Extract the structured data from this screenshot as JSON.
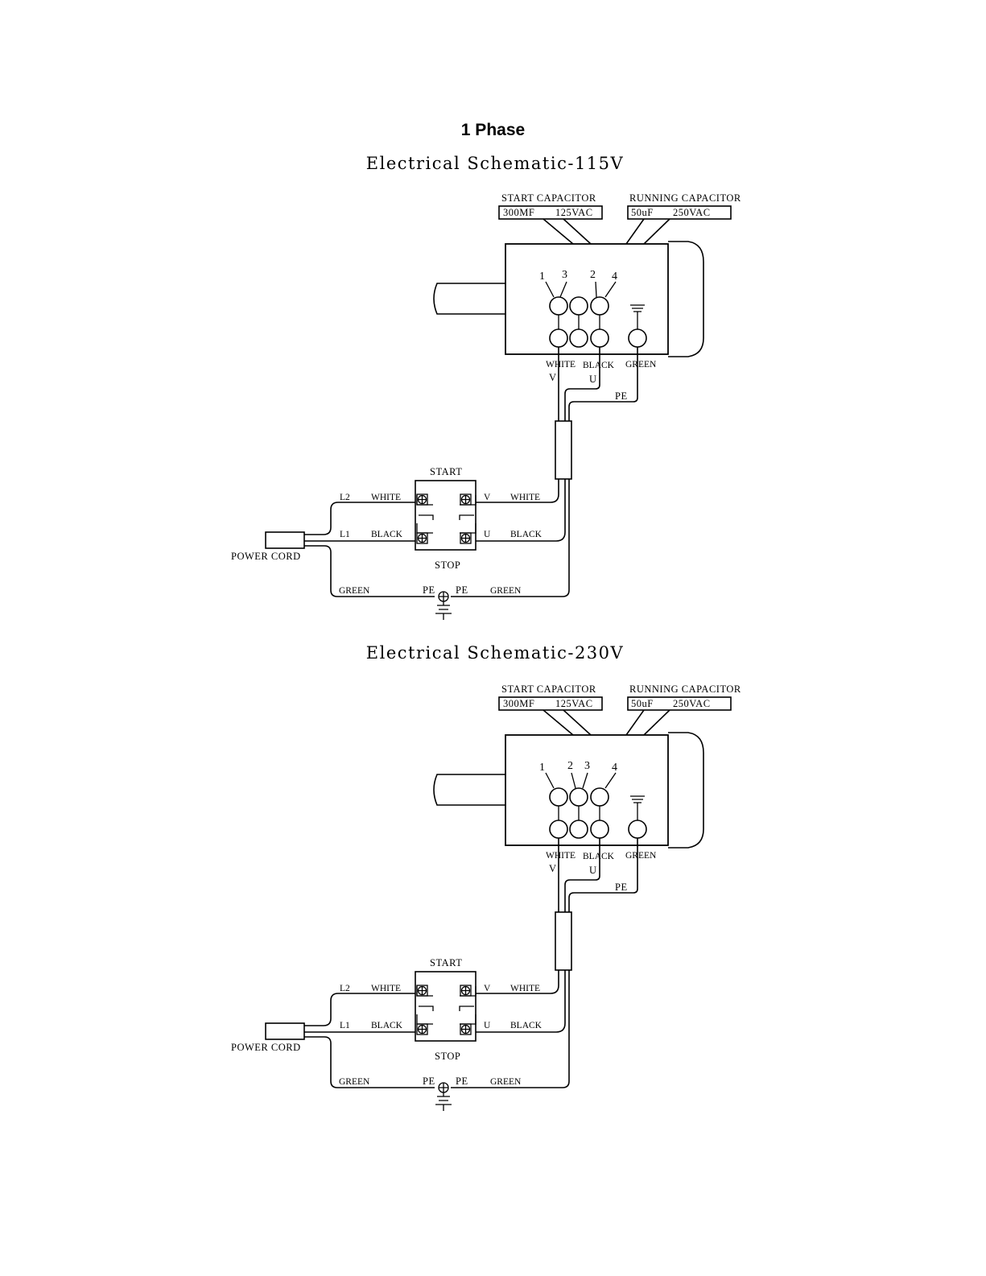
{
  "page_title": "1 Phase",
  "schematics": [
    {
      "title": "Electrical Schematic-115V",
      "start_capacitor": {
        "label": "START CAPACITOR",
        "value": "300MF",
        "voltage": "125VAC"
      },
      "running_capacitor": {
        "label": "RUNNING CAPACITOR",
        "value": "50uF",
        "voltage": "250VAC"
      },
      "terminal_numbers": [
        "1",
        "3",
        "2",
        "4"
      ],
      "motor_leads": {
        "white": "WHITE",
        "black": "BLACK",
        "green": "GREEN",
        "v": "V",
        "u": "U",
        "pe": "PE"
      },
      "switch": {
        "start": "START",
        "stop": "STOP"
      },
      "line_labels": {
        "l2": "L2",
        "l1": "L1",
        "white": "WHITE",
        "black": "BLACK",
        "v": "V",
        "u": "U"
      },
      "ground_labels": {
        "green_left": "GREEN",
        "pe_left": "PE",
        "pe_right": "PE",
        "green_right": "GREEN"
      },
      "power_cord": "POWER CORD"
    },
    {
      "title": "Electrical Schematic-230V",
      "start_capacitor": {
        "label": "START CAPACITOR",
        "value": "300MF",
        "voltage": "125VAC"
      },
      "running_capacitor": {
        "label": "RUNNING CAPACITOR",
        "value": "50uF",
        "voltage": "250VAC"
      },
      "terminal_numbers": [
        "1",
        "2",
        "3",
        "4"
      ],
      "motor_leads": {
        "white": "WHITE",
        "black": "BLACK",
        "green": "GREEN",
        "v": "V",
        "u": "U",
        "pe": "PE"
      },
      "switch": {
        "start": "START",
        "stop": "STOP"
      },
      "line_labels": {
        "l2": "L2",
        "l1": "L1",
        "white": "WHITE",
        "black": "BLACK",
        "v": "V",
        "u": "U"
      },
      "ground_labels": {
        "green_left": "GREEN",
        "pe_left": "PE",
        "pe_right": "PE",
        "green_right": "GREEN"
      },
      "power_cord": "POWER CORD"
    }
  ]
}
